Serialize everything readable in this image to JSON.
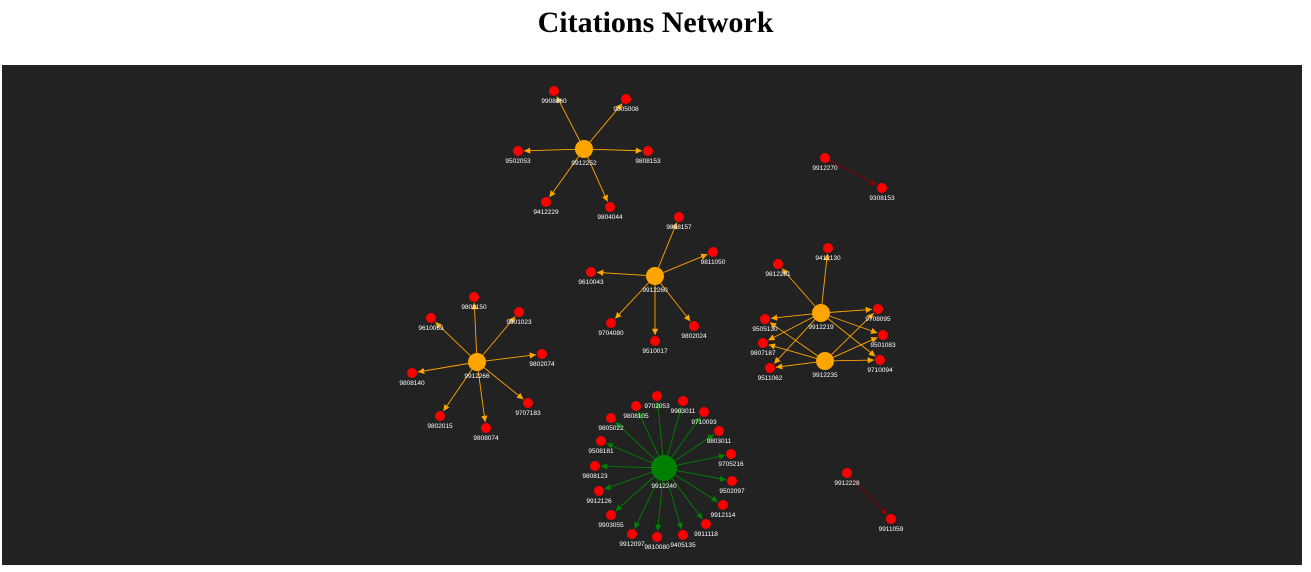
{
  "page": {
    "title": "Citations Network"
  },
  "colors": {
    "background": "#222222",
    "leaf_node": "#ff0000",
    "hub_node_orange": "#ffa500",
    "hub_node_green": "#008000",
    "edge_orange": "#ffa500",
    "edge_green": "#008000",
    "edge_red": "#8b0000",
    "label": "#ffffff"
  },
  "network": {
    "nodes": [
      {
        "id": "9912252",
        "kind": "hub",
        "color": "orange"
      },
      {
        "id": "9908860",
        "kind": "leaf"
      },
      {
        "id": "9805008",
        "kind": "leaf"
      },
      {
        "id": "9502053",
        "kind": "leaf"
      },
      {
        "id": "9808153",
        "kind": "leaf"
      },
      {
        "id": "9412229",
        "kind": "leaf"
      },
      {
        "id": "9804044",
        "kind": "leaf"
      },
      {
        "id": "9912270",
        "kind": "leaf"
      },
      {
        "id": "9308153",
        "kind": "leaf"
      },
      {
        "id": "9912260",
        "kind": "hub",
        "color": "orange"
      },
      {
        "id": "9808157",
        "kind": "leaf"
      },
      {
        "id": "9811050",
        "kind": "leaf"
      },
      {
        "id": "9610043",
        "kind": "leaf"
      },
      {
        "id": "9704080",
        "kind": "leaf"
      },
      {
        "id": "9510017",
        "kind": "leaf"
      },
      {
        "id": "9802024",
        "kind": "leaf"
      },
      {
        "id": "9912219",
        "kind": "hub",
        "color": "orange"
      },
      {
        "id": "9912235",
        "kind": "hub",
        "color": "orange"
      },
      {
        "id": "9812281",
        "kind": "leaf"
      },
      {
        "id": "9412130",
        "kind": "leaf"
      },
      {
        "id": "9505130",
        "kind": "leaf"
      },
      {
        "id": "9708095",
        "kind": "leaf"
      },
      {
        "id": "9807187",
        "kind": "leaf"
      },
      {
        "id": "9501083",
        "kind": "leaf"
      },
      {
        "id": "9511062",
        "kind": "leaf"
      },
      {
        "id": "9710094",
        "kind": "leaf"
      },
      {
        "id": "9912266",
        "kind": "hub",
        "color": "orange"
      },
      {
        "id": "9808150",
        "kind": "leaf"
      },
      {
        "id": "9610063",
        "kind": "leaf"
      },
      {
        "id": "9901023",
        "kind": "leaf"
      },
      {
        "id": "9802074",
        "kind": "leaf"
      },
      {
        "id": "9808140",
        "kind": "leaf"
      },
      {
        "id": "9707183",
        "kind": "leaf"
      },
      {
        "id": "9802015",
        "kind": "leaf"
      },
      {
        "id": "9808074",
        "kind": "leaf"
      },
      {
        "id": "9912240",
        "kind": "hub",
        "color": "green"
      },
      {
        "id": "9702053",
        "kind": "leaf"
      },
      {
        "id": "9808105",
        "kind": "leaf"
      },
      {
        "id": "9903011",
        "kind": "leaf"
      },
      {
        "id": "9710093",
        "kind": "leaf"
      },
      {
        "id": "9805022",
        "kind": "leaf"
      },
      {
        "id": "9803011",
        "kind": "leaf"
      },
      {
        "id": "9508181",
        "kind": "leaf"
      },
      {
        "id": "9705216",
        "kind": "leaf"
      },
      {
        "id": "9808123",
        "kind": "leaf"
      },
      {
        "id": "9502097",
        "kind": "leaf"
      },
      {
        "id": "9912126",
        "kind": "leaf"
      },
      {
        "id": "9912114",
        "kind": "leaf"
      },
      {
        "id": "9903055",
        "kind": "leaf"
      },
      {
        "id": "9911118",
        "kind": "leaf"
      },
      {
        "id": "9912097",
        "kind": "leaf"
      },
      {
        "id": "9405135",
        "kind": "leaf"
      },
      {
        "id": "9810080",
        "kind": "leaf"
      },
      {
        "id": "9912228",
        "kind": "leaf"
      },
      {
        "id": "9911059",
        "kind": "leaf"
      }
    ],
    "edges": [
      {
        "source": "9912252",
        "target": "9908860"
      },
      {
        "source": "9912252",
        "target": "9805008"
      },
      {
        "source": "9912252",
        "target": "9502053"
      },
      {
        "source": "9912252",
        "target": "9808153"
      },
      {
        "source": "9912252",
        "target": "9412229"
      },
      {
        "source": "9912252",
        "target": "9804044"
      },
      {
        "source": "9912270",
        "target": "9308153"
      },
      {
        "source": "9912260",
        "target": "9808157"
      },
      {
        "source": "9912260",
        "target": "9811050"
      },
      {
        "source": "9912260",
        "target": "9610043"
      },
      {
        "source": "9912260",
        "target": "9704080"
      },
      {
        "source": "9912260",
        "target": "9510017"
      },
      {
        "source": "9912260",
        "target": "9802024"
      },
      {
        "source": "9912219",
        "target": "9812281"
      },
      {
        "source": "9912219",
        "target": "9412130"
      },
      {
        "source": "9912219",
        "target": "9505130"
      },
      {
        "source": "9912219",
        "target": "9708095"
      },
      {
        "source": "9912219",
        "target": "9807187"
      },
      {
        "source": "9912219",
        "target": "9501083"
      },
      {
        "source": "9912219",
        "target": "9511062"
      },
      {
        "source": "9912219",
        "target": "9710094"
      },
      {
        "source": "9912235",
        "target": "9505130"
      },
      {
        "source": "9912235",
        "target": "9708095"
      },
      {
        "source": "9912235",
        "target": "9807187"
      },
      {
        "source": "9912235",
        "target": "9501083"
      },
      {
        "source": "9912235",
        "target": "9511062"
      },
      {
        "source": "9912235",
        "target": "9710094"
      },
      {
        "source": "9912266",
        "target": "9808150"
      },
      {
        "source": "9912266",
        "target": "9610063"
      },
      {
        "source": "9912266",
        "target": "9901023"
      },
      {
        "source": "9912266",
        "target": "9802074"
      },
      {
        "source": "9912266",
        "target": "9808140"
      },
      {
        "source": "9912266",
        "target": "9707183"
      },
      {
        "source": "9912266",
        "target": "9802015"
      },
      {
        "source": "9912266",
        "target": "9808074"
      },
      {
        "source": "9912240",
        "target": "9702053"
      },
      {
        "source": "9912240",
        "target": "9808105"
      },
      {
        "source": "9912240",
        "target": "9903011"
      },
      {
        "source": "9912240",
        "target": "9710093"
      },
      {
        "source": "9912240",
        "target": "9805022"
      },
      {
        "source": "9912240",
        "target": "9803011"
      },
      {
        "source": "9912240",
        "target": "9508181"
      },
      {
        "source": "9912240",
        "target": "9705216"
      },
      {
        "source": "9912240",
        "target": "9808123"
      },
      {
        "source": "9912240",
        "target": "9502097"
      },
      {
        "source": "9912240",
        "target": "9912126"
      },
      {
        "source": "9912240",
        "target": "9912114"
      },
      {
        "source": "9912240",
        "target": "9903055"
      },
      {
        "source": "9912240",
        "target": "9911118"
      },
      {
        "source": "9912240",
        "target": "9912097"
      },
      {
        "source": "9912240",
        "target": "9405135"
      },
      {
        "source": "9912240",
        "target": "9810080"
      },
      {
        "source": "9912228",
        "target": "9911059"
      }
    ]
  }
}
